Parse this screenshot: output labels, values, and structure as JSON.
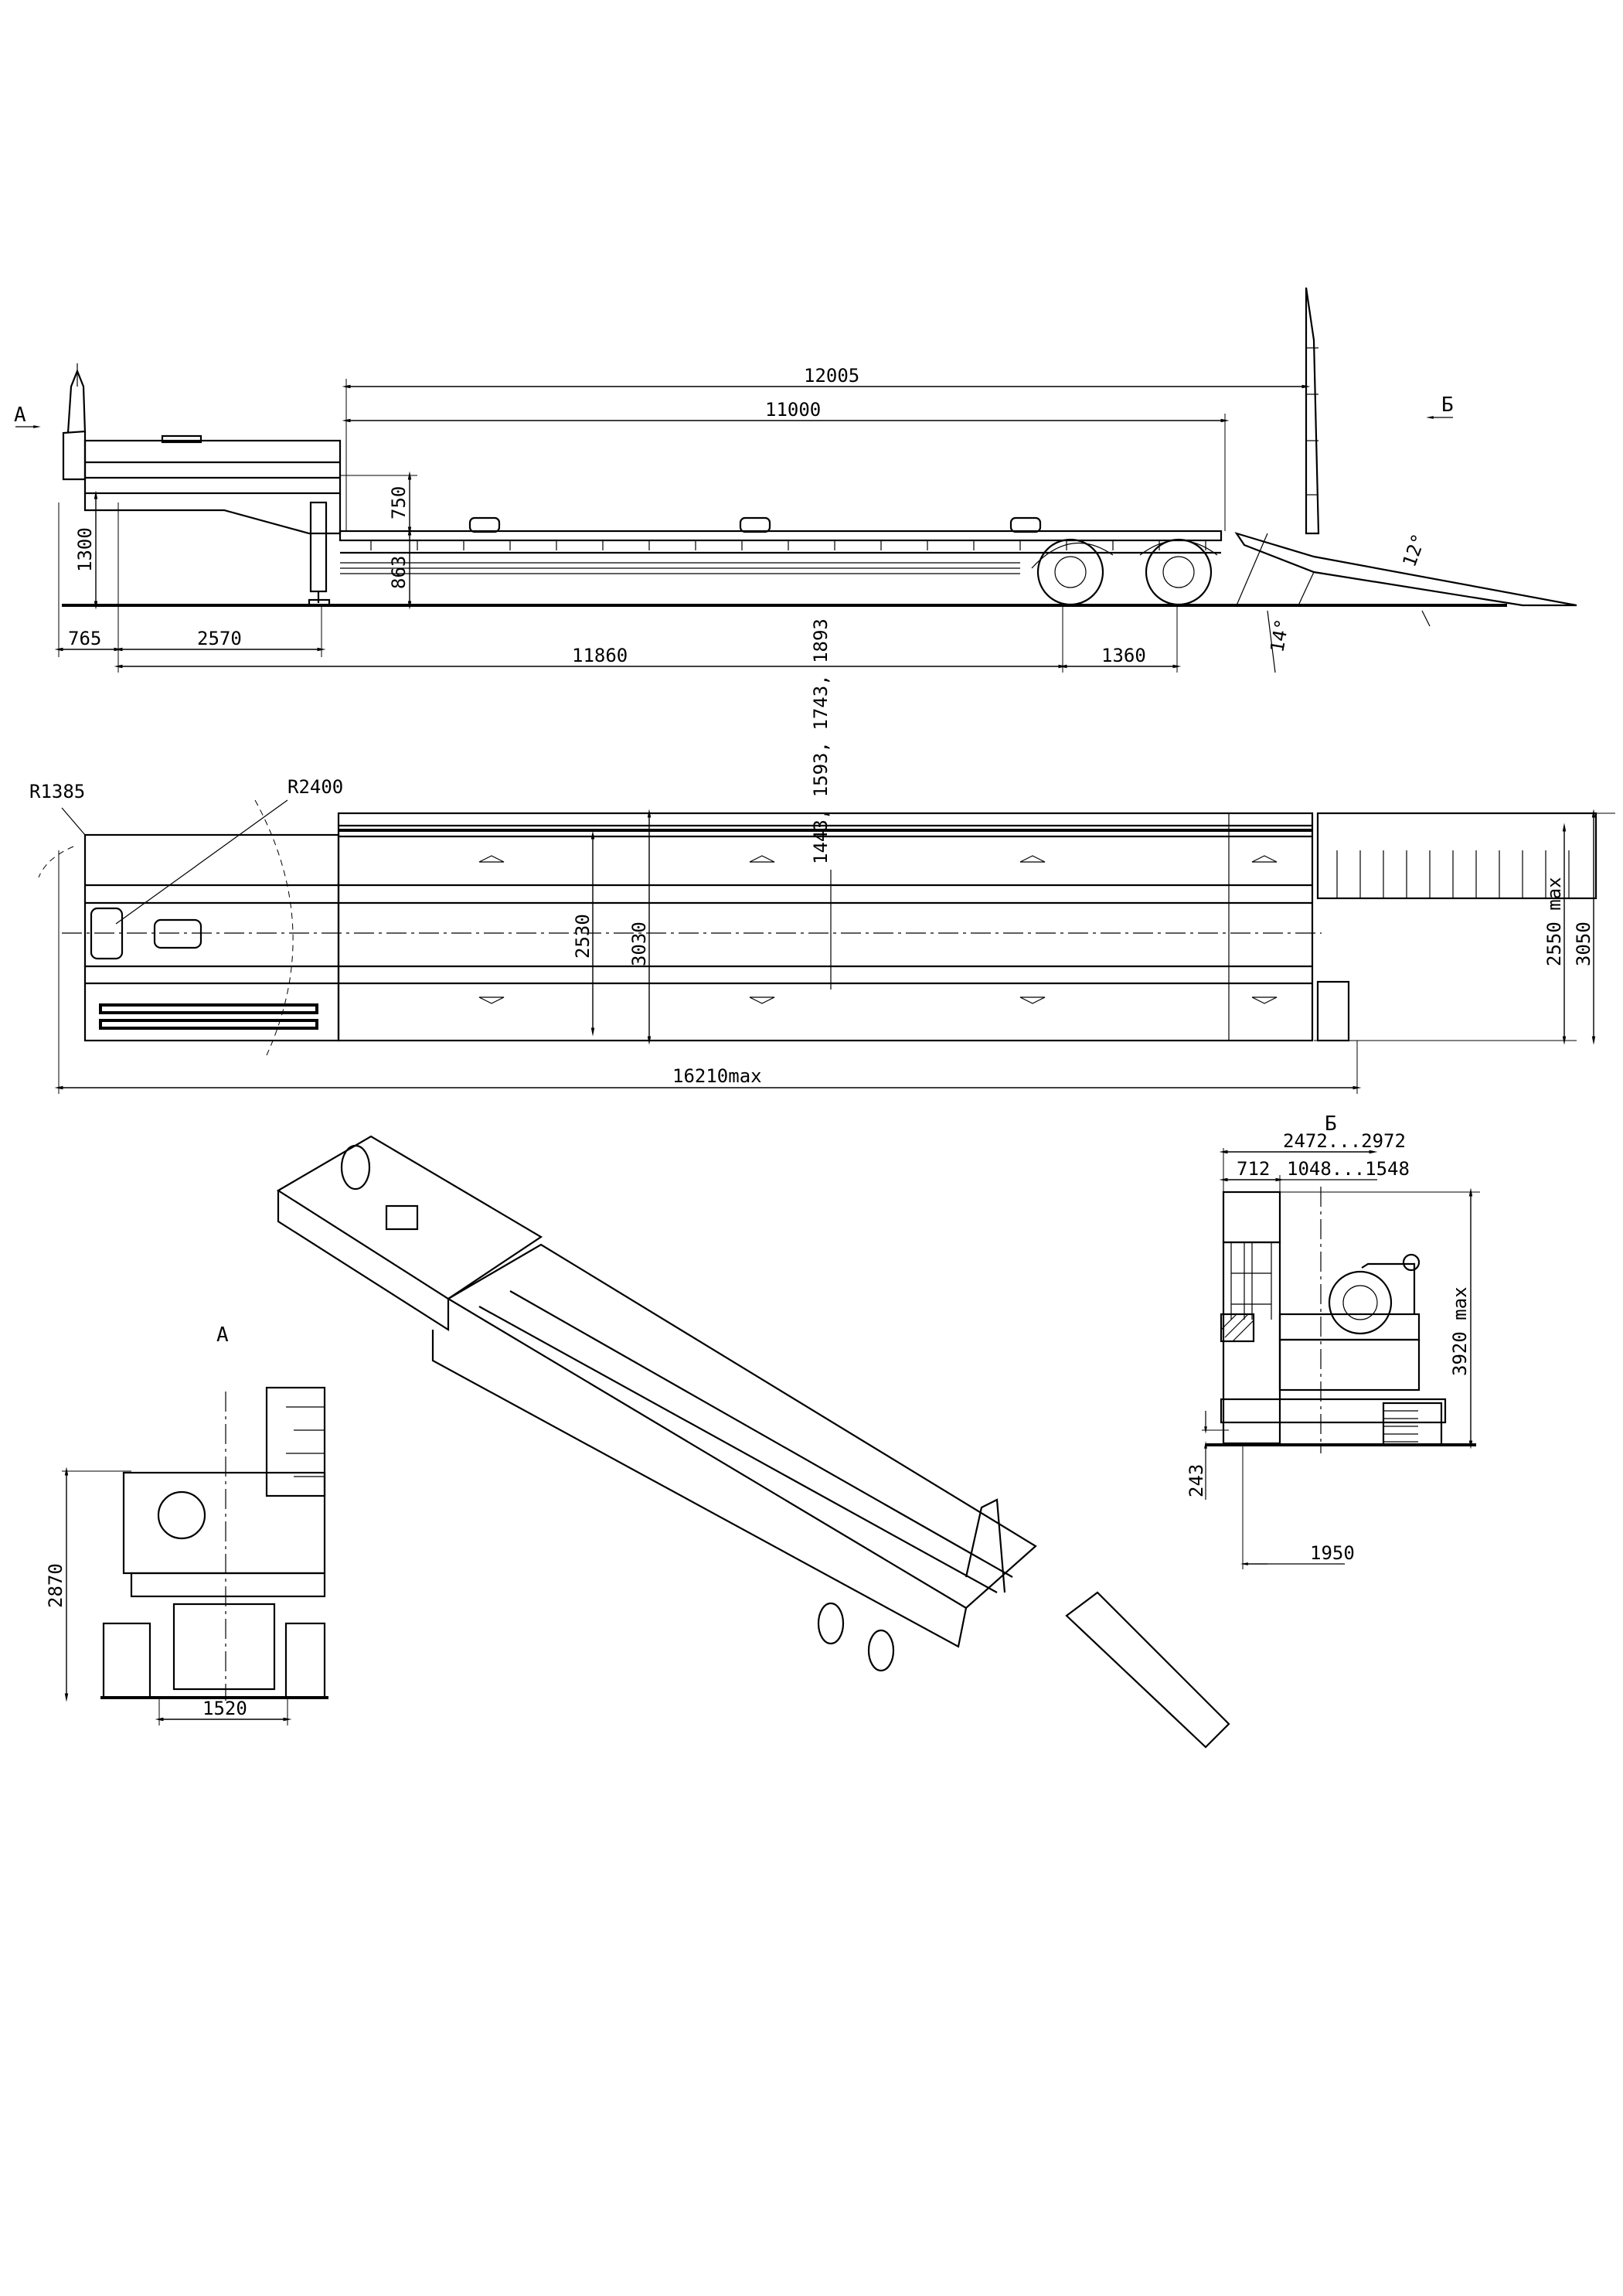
{
  "side_view": {
    "section_a_marker": "A",
    "section_b_marker": "Б",
    "dims": {
      "overall_deck_ramp": "12005",
      "deck_length": "11000",
      "front_overhang": "765",
      "kingpin_to_leg": "2570",
      "kingpin_to_axle": "11860",
      "axle_spacing": "1360",
      "fifth_wheel_height": "1300",
      "gooseneck_step": "750",
      "deck_height": "863",
      "ramp_angle_1": "12°",
      "ramp_angle_2": "14°"
    }
  },
  "plan_view": {
    "dims": {
      "turn_radius_front": "R1385",
      "turn_radius_rear": "R2400",
      "inner_width": "2530",
      "outer_width": "3030",
      "axle_positions": "1443, 1593, 1743, 1893",
      "width_max": "2550 max",
      "ramp_width": "3050",
      "overall_length": "16210max"
    }
  },
  "view_a": {
    "label": "A",
    "dims": {
      "height": "2870",
      "track": "1520"
    }
  },
  "view_b": {
    "label": "Б",
    "dims": {
      "ramp_spread": "2472...2972",
      "ramp_offset": "712",
      "ramp_gap": "1048...1548",
      "height_max": "3920 max",
      "ground_clearance": "243",
      "track_width": "1950"
    }
  }
}
